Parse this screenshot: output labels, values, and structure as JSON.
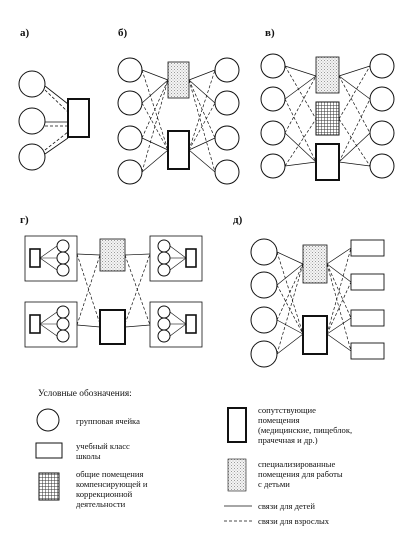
{
  "panels": {
    "a": "а)",
    "b": "б)",
    "v": "в)",
    "g": "г)",
    "d": "д)"
  },
  "legend": {
    "title": "Условные обозначения:",
    "group_cell": "групповая ячейка",
    "school_class": [
      "учебный класс",
      "школы"
    ],
    "compensatory": [
      "общие помещения",
      "компенсирующей и",
      "коррекционной",
      "деятельности"
    ],
    "accompanying": [
      "сопутствующие",
      "помещения",
      "(медицинские, пищеблок,",
      "прачечная и др.)"
    ],
    "specialized": [
      "специализированные",
      "помещения для работы",
      "с детьми"
    ],
    "children_links": "связи для детей",
    "adult_links": "связи для взрослых"
  },
  "colors": {
    "ink": "#111111",
    "stipple": "#bdbdbd",
    "grid": "#333333"
  }
}
